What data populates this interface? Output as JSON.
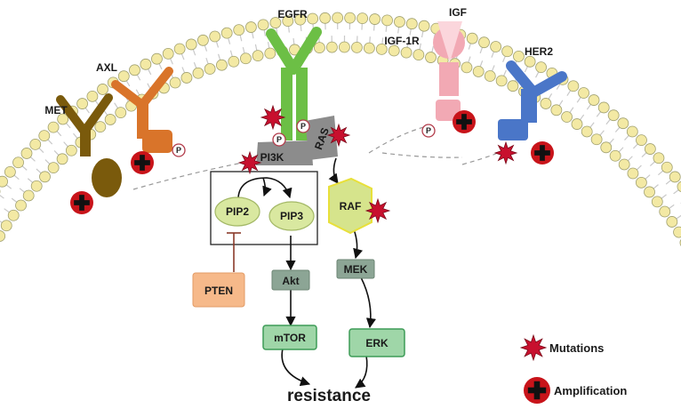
{
  "receptors": {
    "met": "MET",
    "axl": "AXL",
    "egfr": "EGFR",
    "igf": "IGF",
    "igf1r": "IGF-1R",
    "her2": "HER2"
  },
  "pathway": {
    "pi3k": "PI3K",
    "ras": "RAS",
    "pip2": "PIP2",
    "pip3": "PIP3",
    "pten": "PTEN",
    "akt": "Akt",
    "mtor": "mTOR",
    "raf": "RAF",
    "mek": "MEK",
    "erk": "ERK",
    "resistance": "resistance",
    "phospho": "P"
  },
  "legend": {
    "mutations": "Mutations",
    "amplification": "Amplification"
  },
  "colors": {
    "membrane": "#f3e9a4",
    "membrane_stroke": "#a0a070",
    "met": "#7a5a0c",
    "axl": "#d9742a",
    "egfr": "#6cbf45",
    "igf": "#f2a9b4",
    "her2": "#4a76c8",
    "amplification": "#c8141a",
    "mutation": "#c8102e",
    "pip": "#d9e8a0",
    "pten": "#f6b98a",
    "akt": "#8ca595",
    "mtor": "#9fd6a8",
    "erk": "#9fd6a8",
    "raf": "#d6e48c",
    "kinase_gray": "#8c8c8c"
  }
}
